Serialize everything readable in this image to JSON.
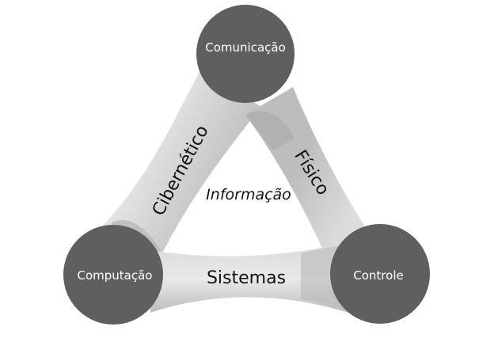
{
  "diagram": {
    "nodes": {
      "top": "Comunicação",
      "left": "Computação",
      "right": "Controle"
    },
    "edges": {
      "left": "Cibernético",
      "right": "Físico",
      "bottom": "Sistemas"
    },
    "center": "Informação"
  },
  "colors": {
    "node": "#5f5f5f",
    "band": "#d6d6d6",
    "band_shadow": "#a9a9a9",
    "text_dark": "#111111",
    "text_light": "#ffffff"
  }
}
